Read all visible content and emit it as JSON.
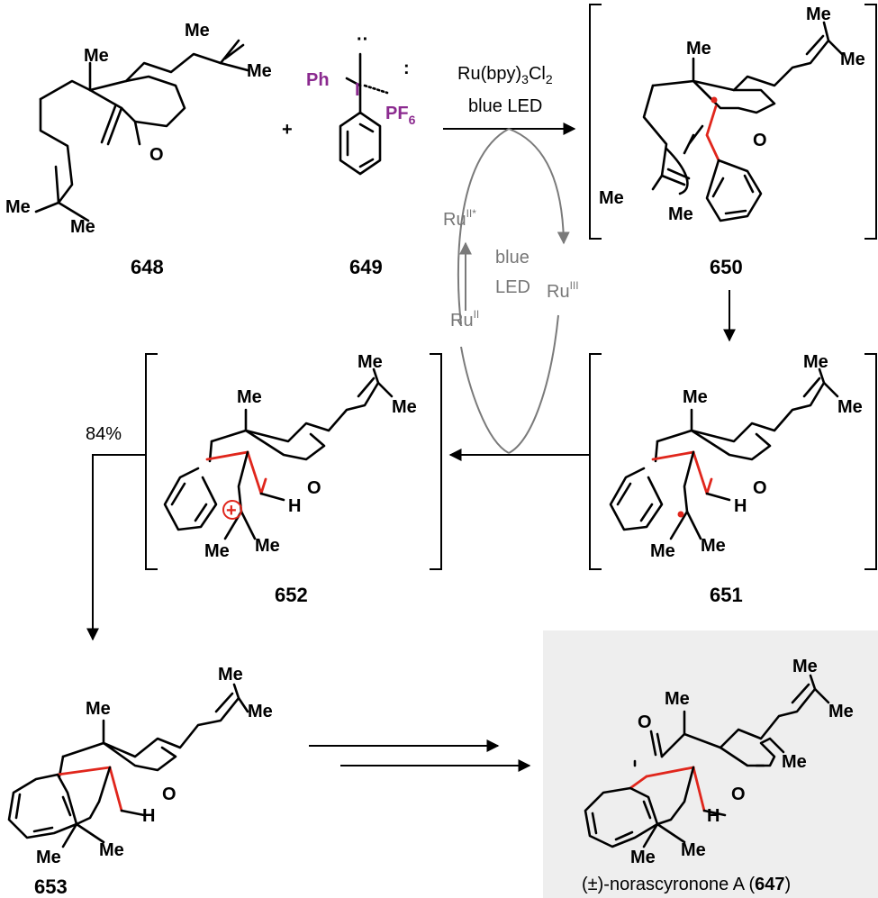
{
  "compounds": {
    "c648": "648",
    "c649": "649",
    "c650": "650",
    "c651": "651",
    "c652": "652",
    "c653": "653",
    "product_prefix": "(±)-norascyronone A (",
    "product_num": "647",
    "product_suffix": ")"
  },
  "plus": "+",
  "atoms": {
    "me": "Me",
    "o": "O",
    "h": "H",
    "ph": "Ph",
    "i": "I",
    "pf": "PF",
    "six": "6",
    "plus": "+"
  },
  "conditions": {
    "reagent_main": "Ru(bpy)",
    "reagent_sub3": "3",
    "reagent_cl": "Cl",
    "reagent_sub2": "2",
    "light": "blue LED",
    "yield": "84%"
  },
  "cycle": {
    "ru": "Ru",
    "ii_star": "II*",
    "iii": "III",
    "ii": "II",
    "blue": "blue",
    "led": "LED"
  },
  "colors": {
    "new_bond": "#e0261c",
    "iodonium": "#8b2a8f",
    "cycle": "#7a7a7a",
    "product_box": "#eeeeee"
  }
}
